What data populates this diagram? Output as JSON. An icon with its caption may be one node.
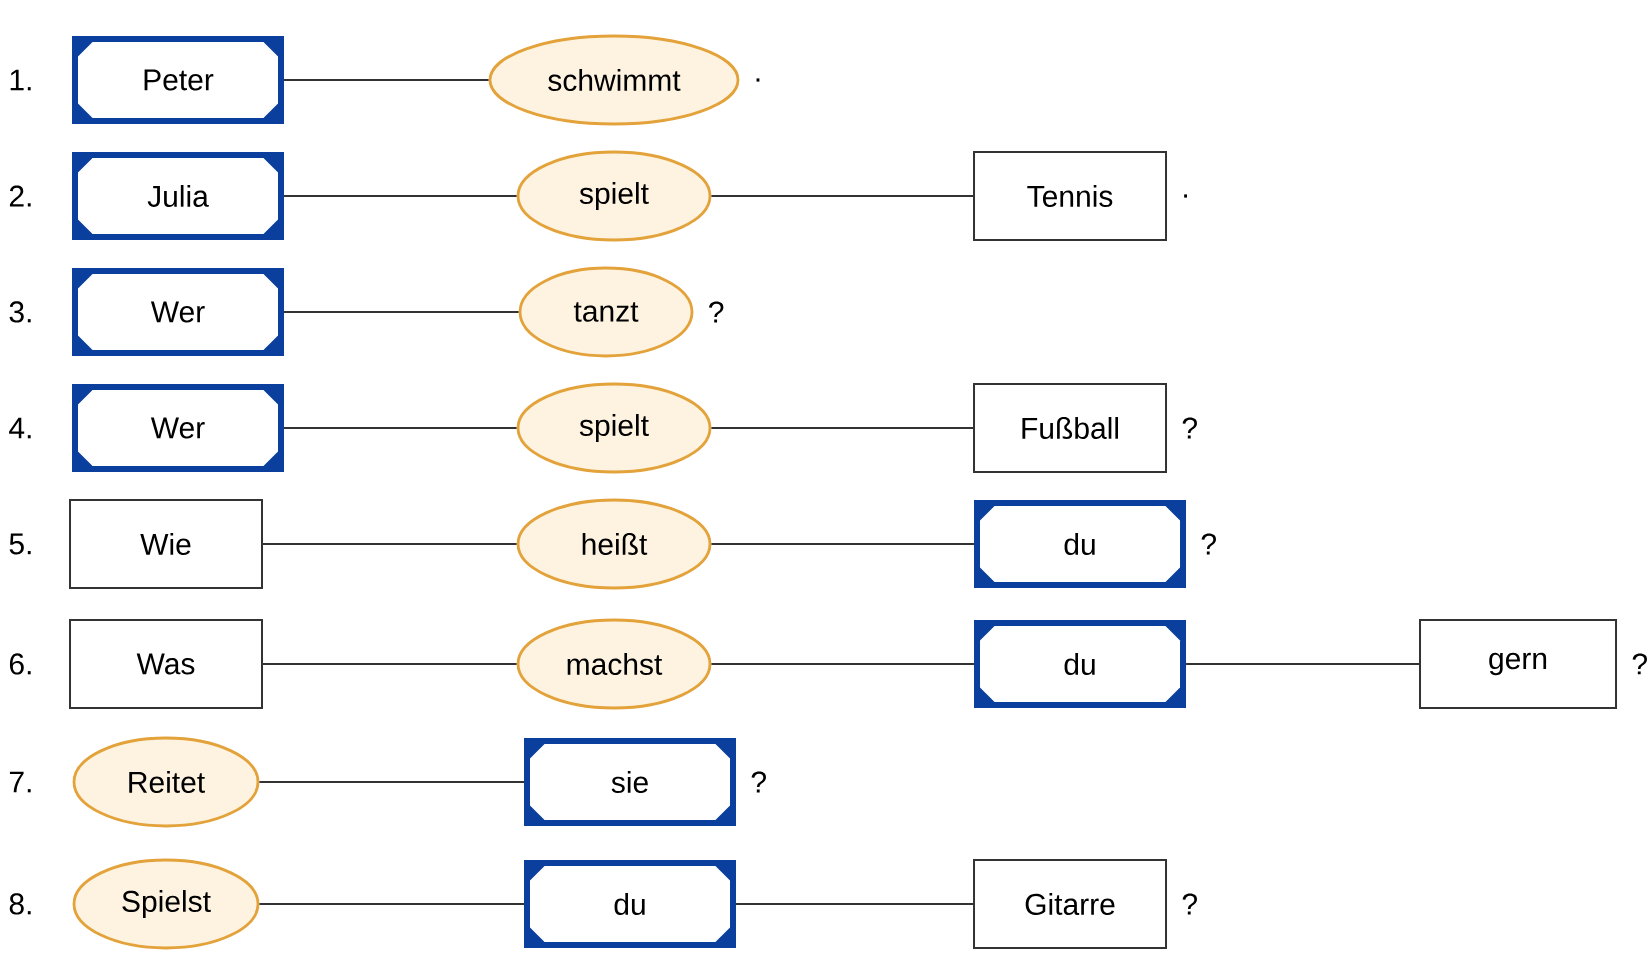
{
  "diagram": {
    "nodes": [
      {
        "text": [
          "Peter"
        ]
      },
      {
        "text": [
          "schwimmt"
        ],
        "beside": [
          "."
        ]
      },
      {
        "text": [
          "Julia"
        ]
      },
      {
        "text": [
          "spielt"
        ]
      },
      {
        "text": [
          "Tennis"
        ],
        "beside": [
          "."
        ]
      },
      {
        "text": [
          "Wer"
        ]
      },
      {
        "text": [
          "tanzt"
        ],
        "beside": [
          "?"
        ]
      },
      {
        "text": [
          "Wer"
        ]
      },
      {
        "text": [
          "spielt"
        ]
      },
      {
        "text": [
          "Fußball"
        ],
        "beside": [
          "?"
        ]
      },
      {
        "text": [
          "Wie"
        ]
      },
      {
        "text": [
          "heißt"
        ]
      },
      {
        "text": [
          "du"
        ],
        "beside": [
          "?"
        ]
      },
      {
        "text": [
          "Was"
        ]
      },
      {
        "text": [
          "machst"
        ]
      },
      {
        "text": [
          "du"
        ]
      },
      {
        "text": [
          "gern"
        ],
        "beside": [
          "?"
        ]
      },
      {
        "text": [
          "Reitet"
        ]
      },
      {
        "text": [
          "sie"
        ],
        "beside": [
          "?"
        ]
      },
      {
        "text": [
          "Spielst"
        ]
      },
      {
        "text": [
          "du"
        ]
      },
      {
        "text": [
          "Gitarre"
        ],
        "beside": [
          "?"
        ]
      }
    ],
    "edges": [
      {
        "from": 0,
        "to": 1,
        "arrow": "none"
      },
      {
        "from": 2,
        "to": 3,
        "arrow": "none"
      },
      {
        "from": 3,
        "to": 4,
        "arrow": "none"
      },
      {
        "from": 5,
        "to": 6,
        "arrow": "none"
      },
      {
        "from": 7,
        "to": 8,
        "arrow": "none"
      },
      {
        "from": 8,
        "to": 9,
        "arrow": "none"
      },
      {
        "from": 10,
        "to": 11,
        "arrow": "none"
      },
      {
        "from": 11,
        "to": 12,
        "arrow": "none"
      },
      {
        "from": 13,
        "to": 14,
        "arrow": "none"
      },
      {
        "from": 14,
        "to": 15,
        "arrow": "none"
      },
      {
        "from": 15,
        "to": 16,
        "arrow": "none"
      },
      {
        "from": 17,
        "to": 18,
        "arrow": "none"
      },
      {
        "from": 19,
        "to": 20,
        "arrow": "none"
      },
      {
        "from": 20,
        "to": 21,
        "arrow": "none"
      }
    ],
    "labels": [
      "1.",
      "2.",
      "3.",
      "4.",
      "5.",
      "6.",
      "7.",
      "8."
    ]
  }
}
